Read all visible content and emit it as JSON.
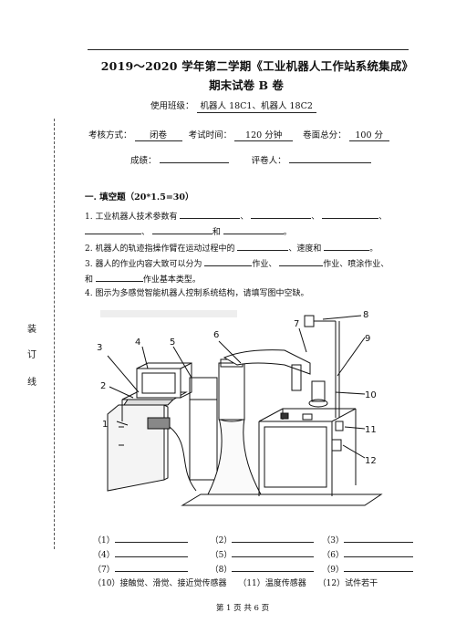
{
  "header": {
    "title_line1": "2019～2020 学年第二学期《工业机器人工作站系统集成》",
    "title_line2": "期末试卷 B 卷",
    "class_label": "使用班级：",
    "class_value": "机器人 18C1、机器人 18C2",
    "exam_method_label": "考核方式：",
    "exam_method_value": "闭卷",
    "exam_time_label": "考试时间：",
    "exam_time_value": "120 分钟",
    "total_label": "卷面总分：",
    "total_value": "100  分",
    "score_label": "成绩：",
    "grader_label": "评卷人："
  },
  "binding_margin": [
    "装",
    "订",
    "线"
  ],
  "section1": {
    "heading": "一. 填空题（20*1.5=30）",
    "q1_a": "1.  工业机器人技术参数有",
    "q1_sep1": "、",
    "q1_sep2": "、",
    "q1_sep3": "、",
    "q1_sep4": "、",
    "q1_and": "和",
    "q1_end": "。",
    "q2_a": "2.  机器人的轨迹指操作臂在运动过程中的",
    "q2_b": "、速度和",
    "q2_end": "。",
    "q3_a": "3.  器人的作业内容大致可以分为",
    "q3_b": "作业、",
    "q3_c": "作业、喷涂作业、",
    "q3_d": "和",
    "q3_e": "作业基本类型。",
    "q4": "4.  图示为多感觉智能机器人控制系统结构，请填写图中空缺。"
  },
  "diagram_labels": [
    "1",
    "2",
    "3",
    "4",
    "5",
    "6",
    "7",
    "8",
    "9",
    "10",
    "11",
    "12"
  ],
  "answers": {
    "r1": [
      "（1）",
      "（2）",
      "（3）"
    ],
    "r2": [
      "（4）",
      "（5）",
      "（6）"
    ],
    "r3": [
      "（7）",
      "（8）",
      "（9）"
    ],
    "r4_10": "（10）接触觉、滑觉、接近觉传感器",
    "r4_11": "（11）温度传感器",
    "r4_12": "（12）试件若干"
  },
  "footer": {
    "page_text": "第 1 页    共 6 页"
  }
}
